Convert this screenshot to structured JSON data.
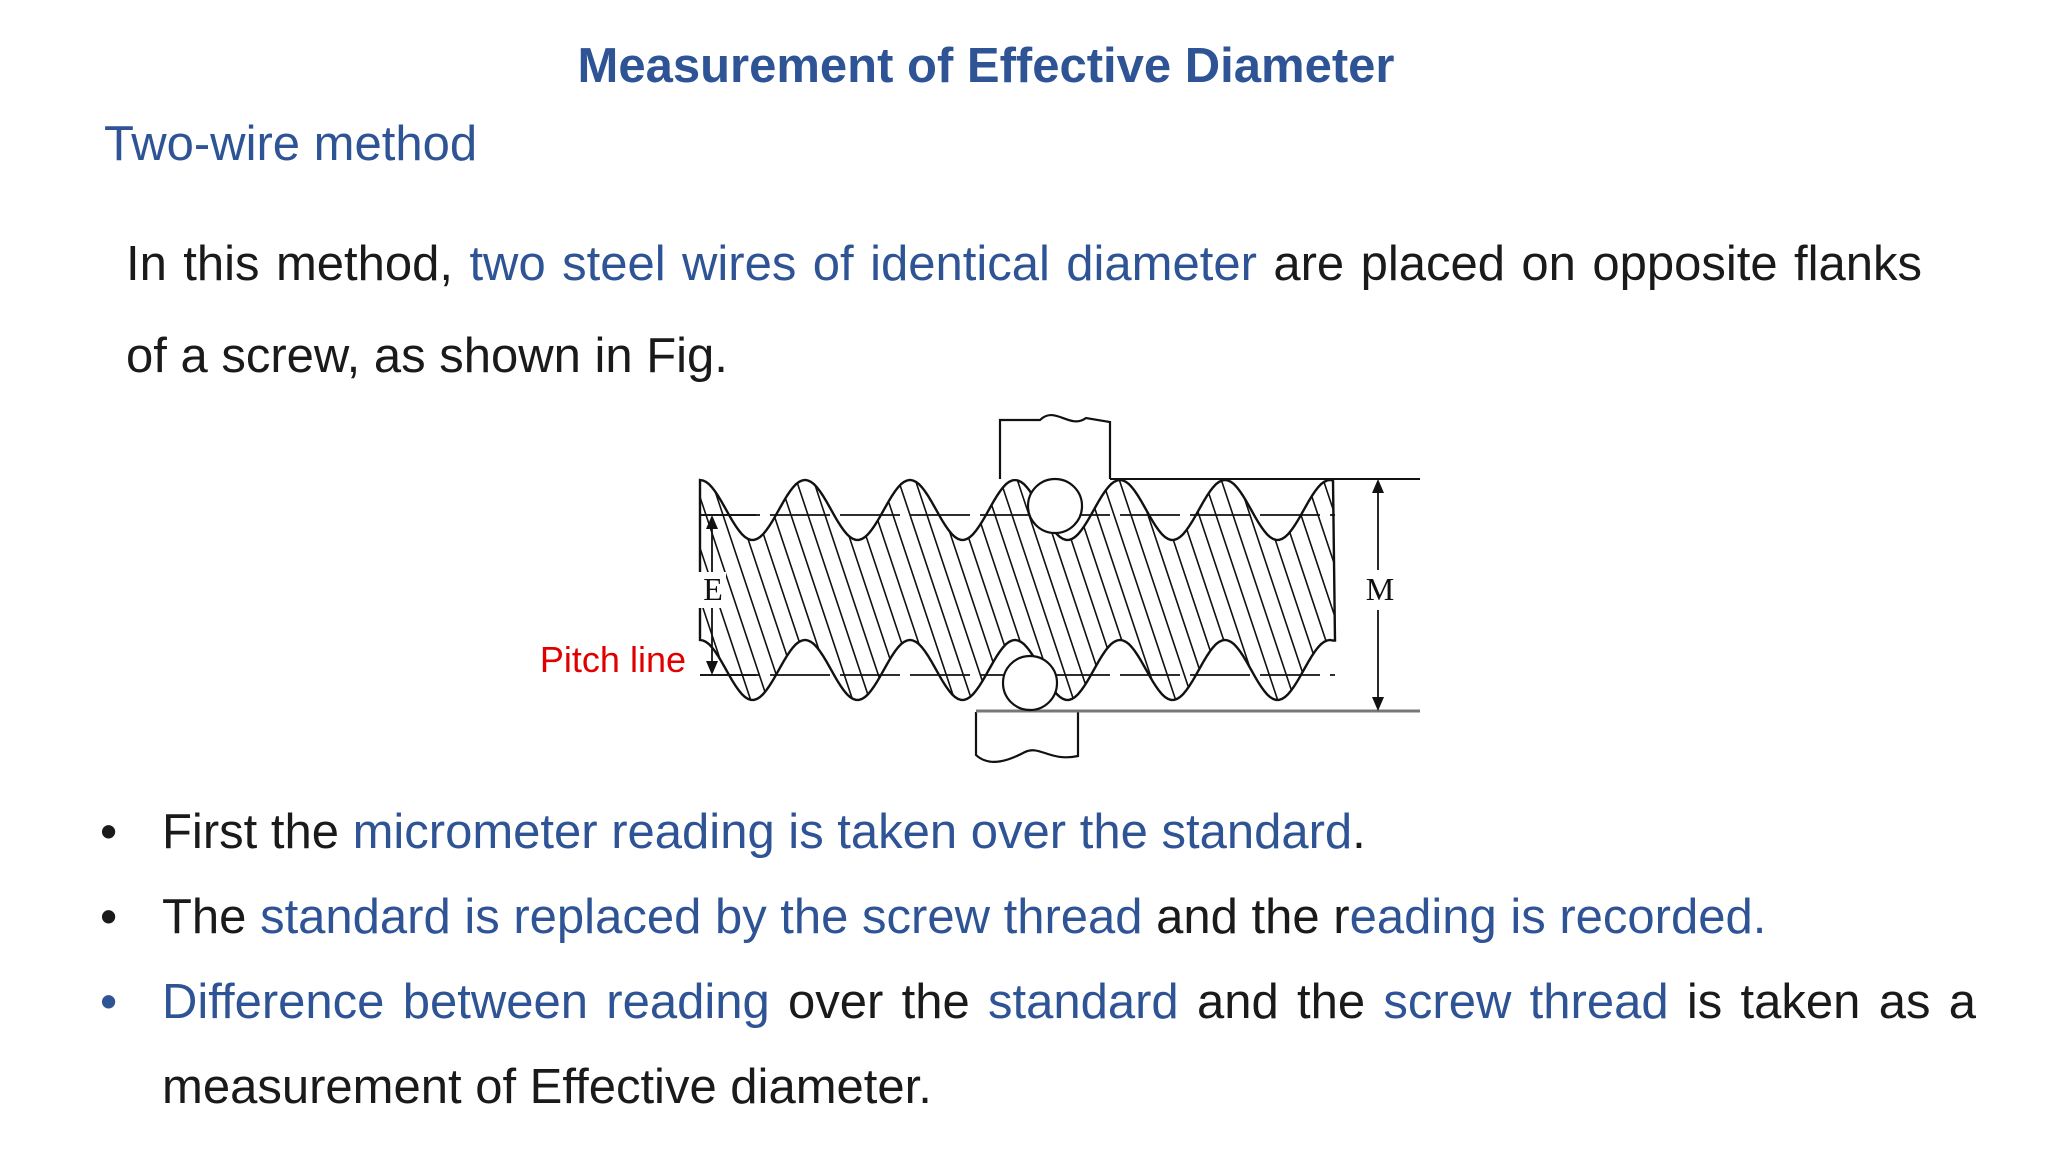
{
  "title": "Measurement of Effective Diameter",
  "subtitle": "Two-wire method",
  "paragraph": {
    "p1": "In this method, ",
    "p2": "two steel wires of identical diameter",
    "p3": " are placed on opposite flanks of a screw, as shown in Fig."
  },
  "figure": {
    "label_e": "E",
    "label_m": "M",
    "pitch_line_label": "Pitch line",
    "pitch_line_color": "#e00000"
  },
  "bullets": {
    "bullet_char": "•",
    "b1": {
      "t1": "First the ",
      "t2": "micrometer reading is taken over the standard",
      "t3": "."
    },
    "b2": {
      "t1": "The ",
      "t2": "standard is replaced by the screw thread",
      "t3": " and the r",
      "t4": "eading is recorded."
    },
    "b3": {
      "t1": "Difference between reading",
      "t2": " over the ",
      "t3": "standard",
      "t4": " and the ",
      "t5": "screw thread",
      "t6": " is taken as a measurement of Effective diameter."
    }
  },
  "colors": {
    "accent": "#2f5496",
    "text": "#1a1a1a",
    "pitch_label": "#e00000"
  }
}
